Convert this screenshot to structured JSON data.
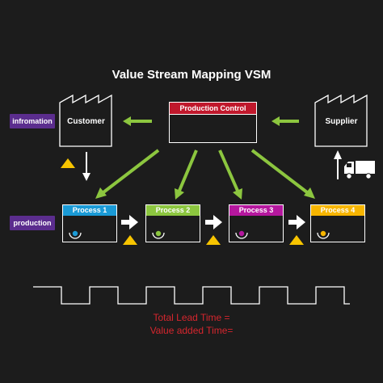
{
  "title": "Value Stream Mapping VSM",
  "tags": {
    "information": "infromation",
    "production": "production"
  },
  "customer": {
    "label": "Customer"
  },
  "supplier": {
    "label": "Supplier"
  },
  "production_control": {
    "label": "Production Control"
  },
  "processes": [
    {
      "label": "Process 1",
      "color": "#1a9ad6",
      "dot": "#1a9ad6"
    },
    {
      "label": "Process 2",
      "color": "#8cc63f",
      "dot": "#8cc63f"
    },
    {
      "label": "Process 3",
      "color": "#b5179e",
      "dot": "#b5179e"
    },
    {
      "label": "Process 4",
      "color": "#f7b500",
      "dot": "#f7b500"
    }
  ],
  "colors": {
    "arrow_green": "#8cc63f",
    "inventory_triangle": "#f7c400",
    "tag_purple": "#5b2d8e"
  },
  "lead_time": {
    "line1": "Total Lead Time =",
    "line2": "Value added Time="
  },
  "icons": [
    "factory-icon",
    "truck-icon",
    "inventory-triangle-icon",
    "push-arrow-icon",
    "operator-icon"
  ]
}
